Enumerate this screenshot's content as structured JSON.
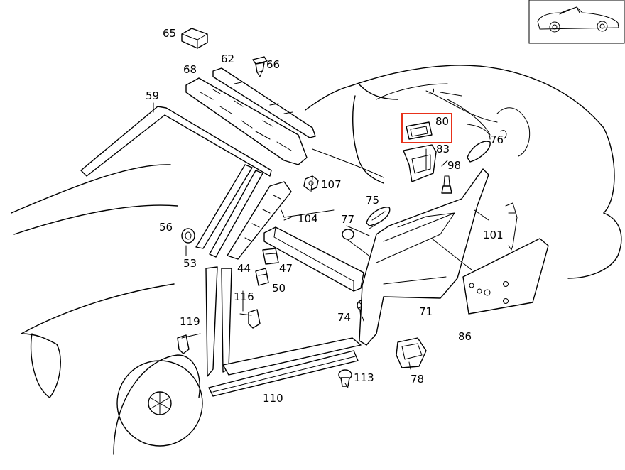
{
  "diagram": {
    "highlight_color": "#e8311a",
    "line_color": "#000000",
    "thumbnail": "convertible-car-icon",
    "labels": {
      "p65": "65",
      "p62": "62",
      "p66": "66",
      "p68": "68",
      "p59": "59",
      "p80": "80",
      "p83": "83",
      "p76": "76",
      "p98": "98",
      "p107": "107",
      "p75": "75",
      "p104": "104",
      "p77": "77",
      "p101": "101",
      "p56": "56",
      "p53": "53",
      "p44": "44",
      "p47": "47",
      "p50": "50",
      "p116": "116",
      "p119": "119",
      "p74": "74",
      "p71": "71",
      "p86": "86",
      "p113": "113",
      "p78": "78",
      "p110": "110"
    }
  }
}
